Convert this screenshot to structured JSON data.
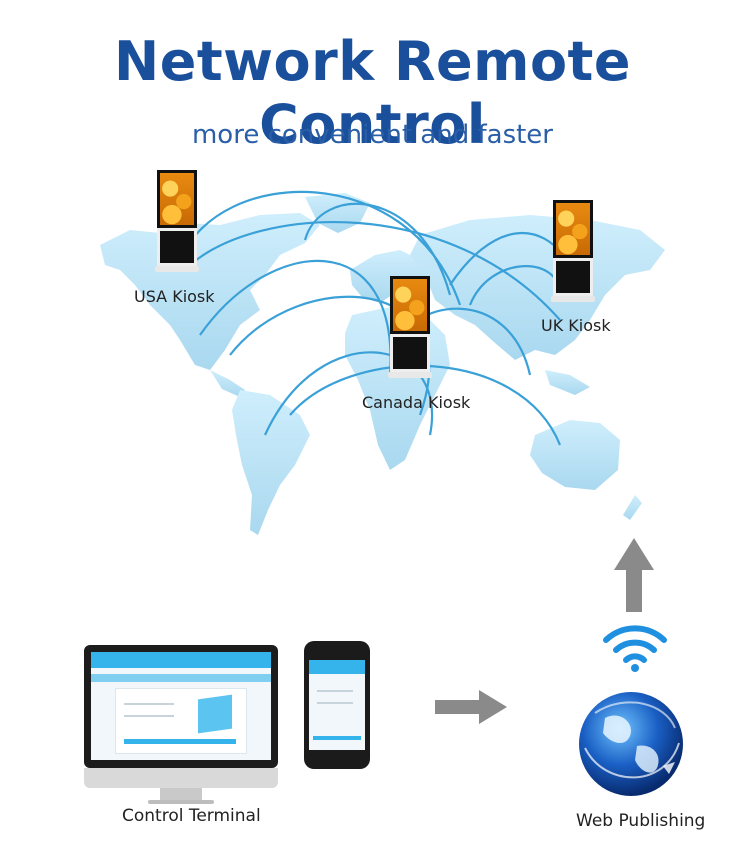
{
  "title": "Network Remote Control",
  "subtitle": "more convenient and faster",
  "kiosks": {
    "usa": "USA Kiosk",
    "canada": "Canada Kiosk",
    "uk": "UK Kiosk"
  },
  "bottom": {
    "control_terminal": "Control Terminal",
    "web_publishing": "Web Publishing"
  },
  "colors": {
    "title": "#1a4f9c",
    "map": "#bde3f5",
    "arcs": "#3aa0d8",
    "arrow": "#8a8a8a",
    "wifi": "#1f8fe0"
  },
  "icons": [
    "kiosk-icon",
    "monitor-icon",
    "phone-icon",
    "right-arrow-icon",
    "up-arrow-icon",
    "wifi-icon",
    "globe-icon"
  ]
}
